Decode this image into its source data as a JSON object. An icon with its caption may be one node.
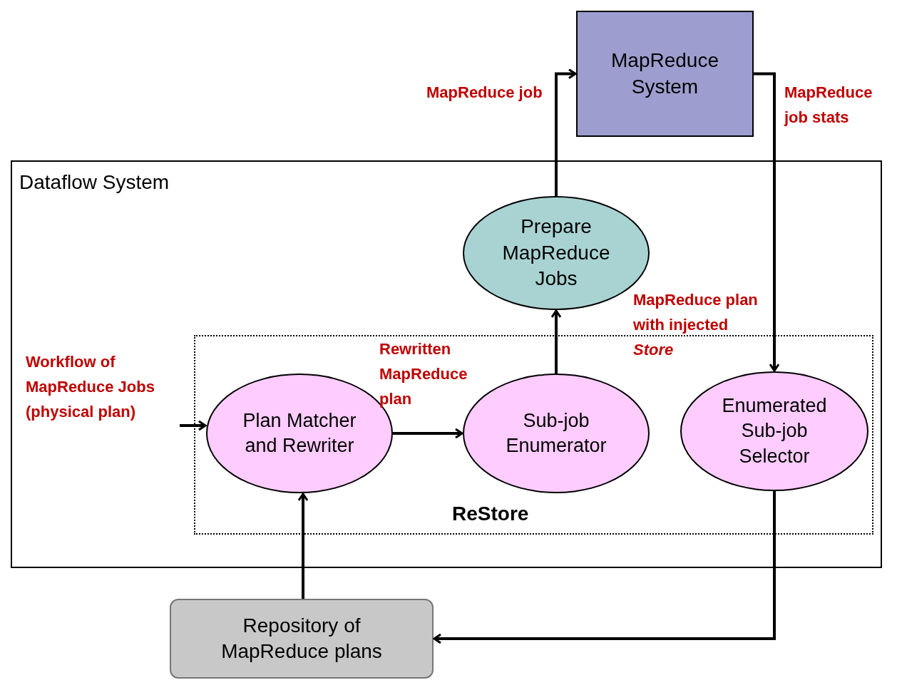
{
  "diagram": {
    "nodes": [
      {
        "text": [
          "MapReduce System"
        ]
      },
      {
        "text": [
          "Dataflow System"
        ]
      },
      {
        "text": [
          "ReStore"
        ],
        "in": 1
      },
      {
        "text": [
          "Prepare MapReduce Jobs"
        ],
        "in": 1
      },
      {
        "text": [
          "Plan Matcher and Rewriter"
        ],
        "in": 2
      },
      {
        "text": [
          "Sub-job Enumerator"
        ],
        "in": 2
      },
      {
        "text": [
          "Enumerated Sub-job Selector"
        ],
        "in": 2
      },
      {
        "text": [
          "Repository of MapReduce plans"
        ]
      },
      {
        "text": [
          "Workflow of MapReduce Jobs (physical plan)"
        ],
        "in": 1
      }
    ],
    "edges": [
      {
        "from": 8,
        "to": 4,
        "arrow": "to"
      },
      {
        "from": 4,
        "to": 5,
        "arrow": "to"
      },
      {
        "from": 5,
        "to": 3,
        "arrow": "to"
      },
      {
        "from": 3,
        "to": 0,
        "arrow": "to",
        "label": "MapReduce job"
      },
      {
        "from": 0,
        "to": 6,
        "arrow": "to",
        "label": "MapReduce job stats"
      },
      {
        "from": 6,
        "to": 7,
        "arrow": "to"
      },
      {
        "from": 7,
        "to": 4,
        "arrow": "to"
      }
    ],
    "labels": [
      "Rewritten MapReduce plan",
      "MapReduce plan with injected *Store*"
    ]
  }
}
